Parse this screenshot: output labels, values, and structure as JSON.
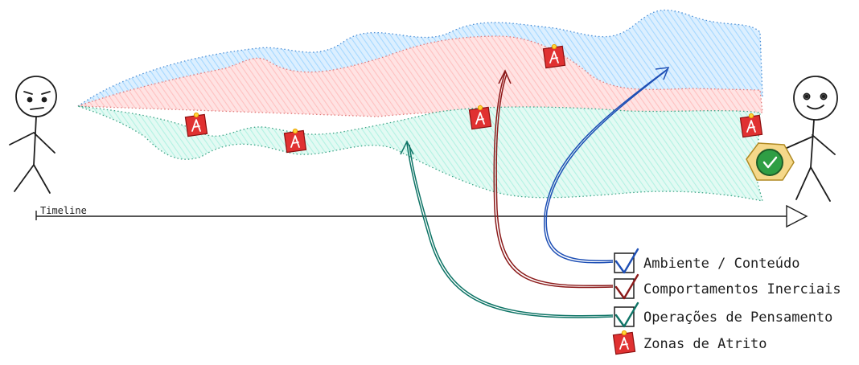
{
  "timeline": {
    "label": "Timeline"
  },
  "legend": {
    "items": [
      {
        "label": "Ambiente / Conteúdo",
        "icon": "check-icon",
        "color": "#1e4fb5"
      },
      {
        "label": "Comportamentos Inerciais",
        "icon": "check-icon",
        "color": "#8b1a1a"
      },
      {
        "label": "Operações de Pensamento",
        "icon": "check-icon",
        "color": "#0e7466"
      },
      {
        "label": "Zonas de Atrito",
        "icon": "friction-note-icon",
        "color": "#e03131"
      }
    ]
  },
  "colors": {
    "ambiente_band": "#a5d8ff",
    "comportamentos_band": "#ffc9c9",
    "operacoes_band": "#b2f2e3",
    "friction_note": "#e03131",
    "badge": "#2f9e44",
    "badge_frame": "#f2d27c"
  }
}
